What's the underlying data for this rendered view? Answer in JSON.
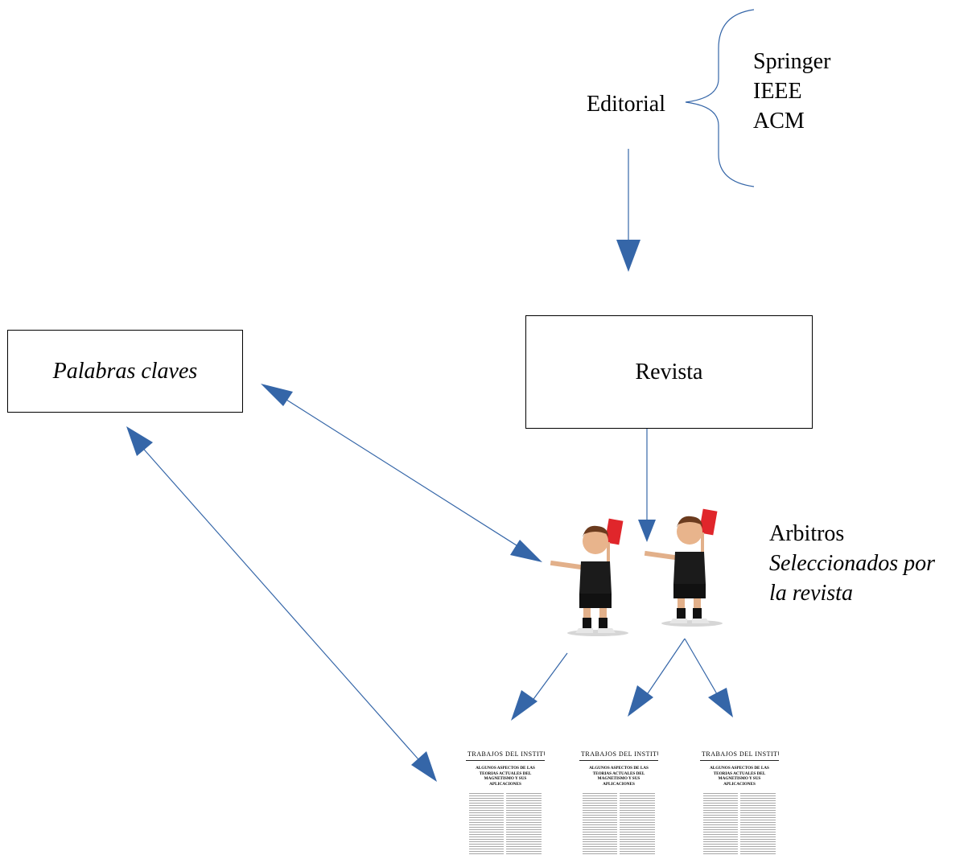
{
  "editorial": {
    "label": "Editorial",
    "publishers": [
      "Springer",
      "IEEE",
      "ACM"
    ]
  },
  "revista": {
    "label": "Revista"
  },
  "keywords": {
    "label": "Palabras claves"
  },
  "arbitros": {
    "title": "Arbitros",
    "line2": "Seleccionados por",
    "line3": "la revista"
  },
  "papers": [
    {
      "header": "TRABAJOS DEL INSTITUTO",
      "title": "ALGUNOS ASPECTOS DE LAS TEORIAS ACTUALES DEL MAGNETISMO Y SUS APLICACIONES"
    },
    {
      "header": "TRABAJOS DEL INSTITUTO",
      "title": "ALGUNOS ASPECTOS DE LAS TEORIAS ACTUALES DEL MAGNETISMO Y SUS APLICACIONES"
    },
    {
      "header": "TRABAJOS DEL INSTITUTO",
      "title": "ALGUNOS ASPECTOS DE LAS TEORIAS ACTUALES DEL MAGNETISMO Y SUS APLICACIONES"
    }
  ],
  "colors": {
    "arrow": "#3566a8",
    "referee_card": "#e0262b"
  },
  "icons": [
    "referee-icon",
    "paper-thumbnail-icon"
  ]
}
